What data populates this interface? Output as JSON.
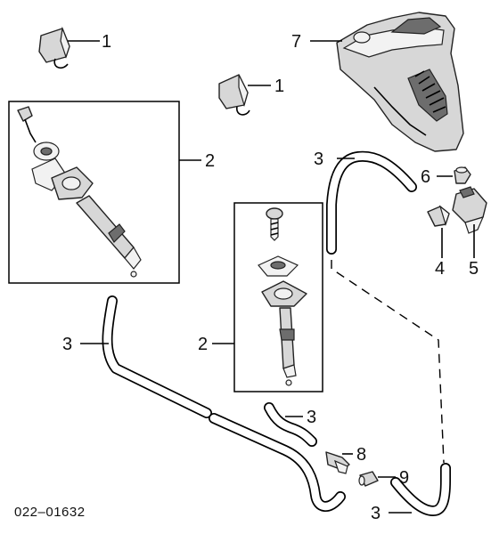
{
  "diagram_code": "022–01632",
  "callouts": [
    {
      "id": "c1a",
      "text": "1"
    },
    {
      "id": "c1b",
      "text": "1"
    },
    {
      "id": "c2a",
      "text": "2"
    },
    {
      "id": "c2b",
      "text": "2"
    },
    {
      "id": "c3a",
      "text": "3"
    },
    {
      "id": "c3b",
      "text": "3"
    },
    {
      "id": "c3c",
      "text": "3"
    },
    {
      "id": "c3d",
      "text": "3"
    },
    {
      "id": "c4",
      "text": "4"
    },
    {
      "id": "c5",
      "text": "5"
    },
    {
      "id": "c6",
      "text": "6"
    },
    {
      "id": "c7",
      "text": "7"
    },
    {
      "id": "c8",
      "text": "8"
    },
    {
      "id": "c9",
      "text": "9"
    }
  ]
}
